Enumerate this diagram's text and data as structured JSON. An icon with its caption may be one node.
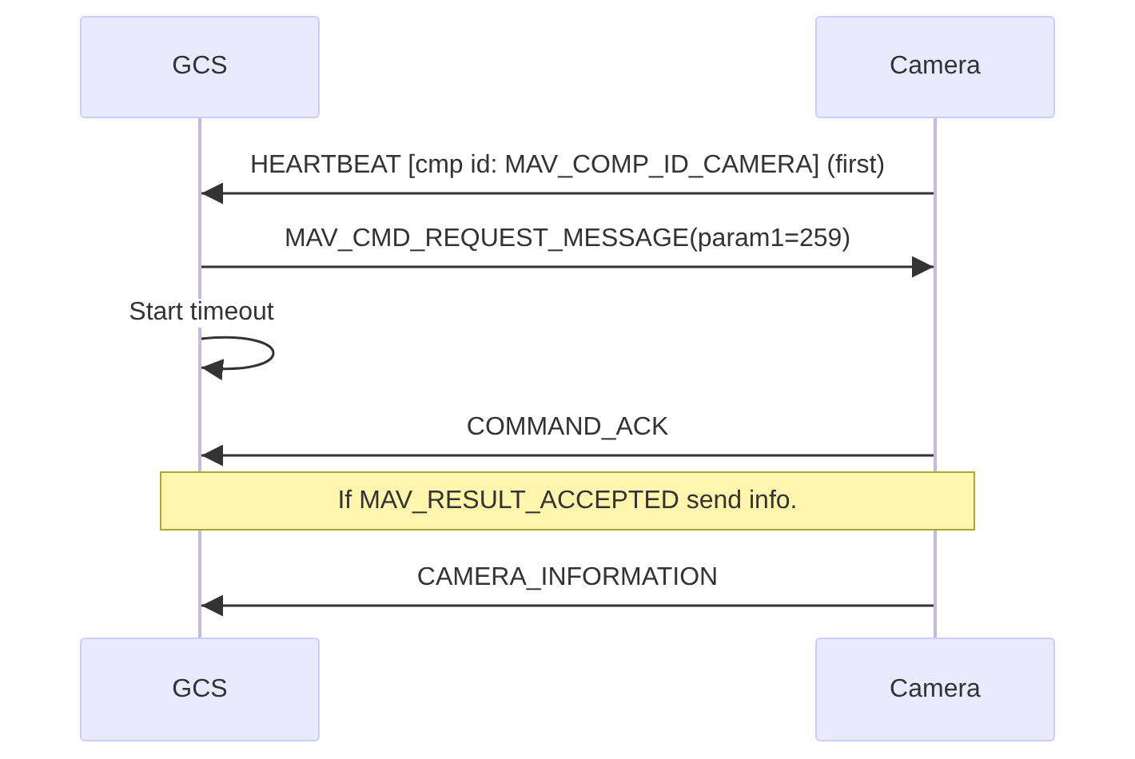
{
  "diagram": {
    "nodes": [
      {
        "text": [
          "GCS"
        ]
      },
      {
        "text": [
          "Camera"
        ]
      },
      {
        "text": [],
        "shape": "bar"
      },
      {
        "text": [],
        "shape": "bar"
      },
      {
        "text": [
          "If MAV_RESULT_ACCEPTED send info."
        ]
      },
      {
        "text": [
          "GCS"
        ]
      },
      {
        "text": [
          "Camera"
        ]
      }
    ],
    "edges": [
      {
        "from": 3,
        "to": 2,
        "arrow": "to",
        "label": "HEARTBEAT [cmp id: MAV_COMP_ID_CAMERA] (first)"
      },
      {
        "from": 2,
        "to": 3,
        "arrow": "to",
        "label": "MAV_CMD_REQUEST_MESSAGE(param1=259)"
      },
      {
        "from": 2,
        "to": 2,
        "arrow": "to",
        "label": "Start timeout"
      },
      {
        "from": 3,
        "to": 2,
        "arrow": "to",
        "label": "COMMAND_ACK"
      },
      {
        "from": 3,
        "to": 2,
        "arrow": "to",
        "label": "CAMERA_INFORMATION"
      }
    ]
  }
}
